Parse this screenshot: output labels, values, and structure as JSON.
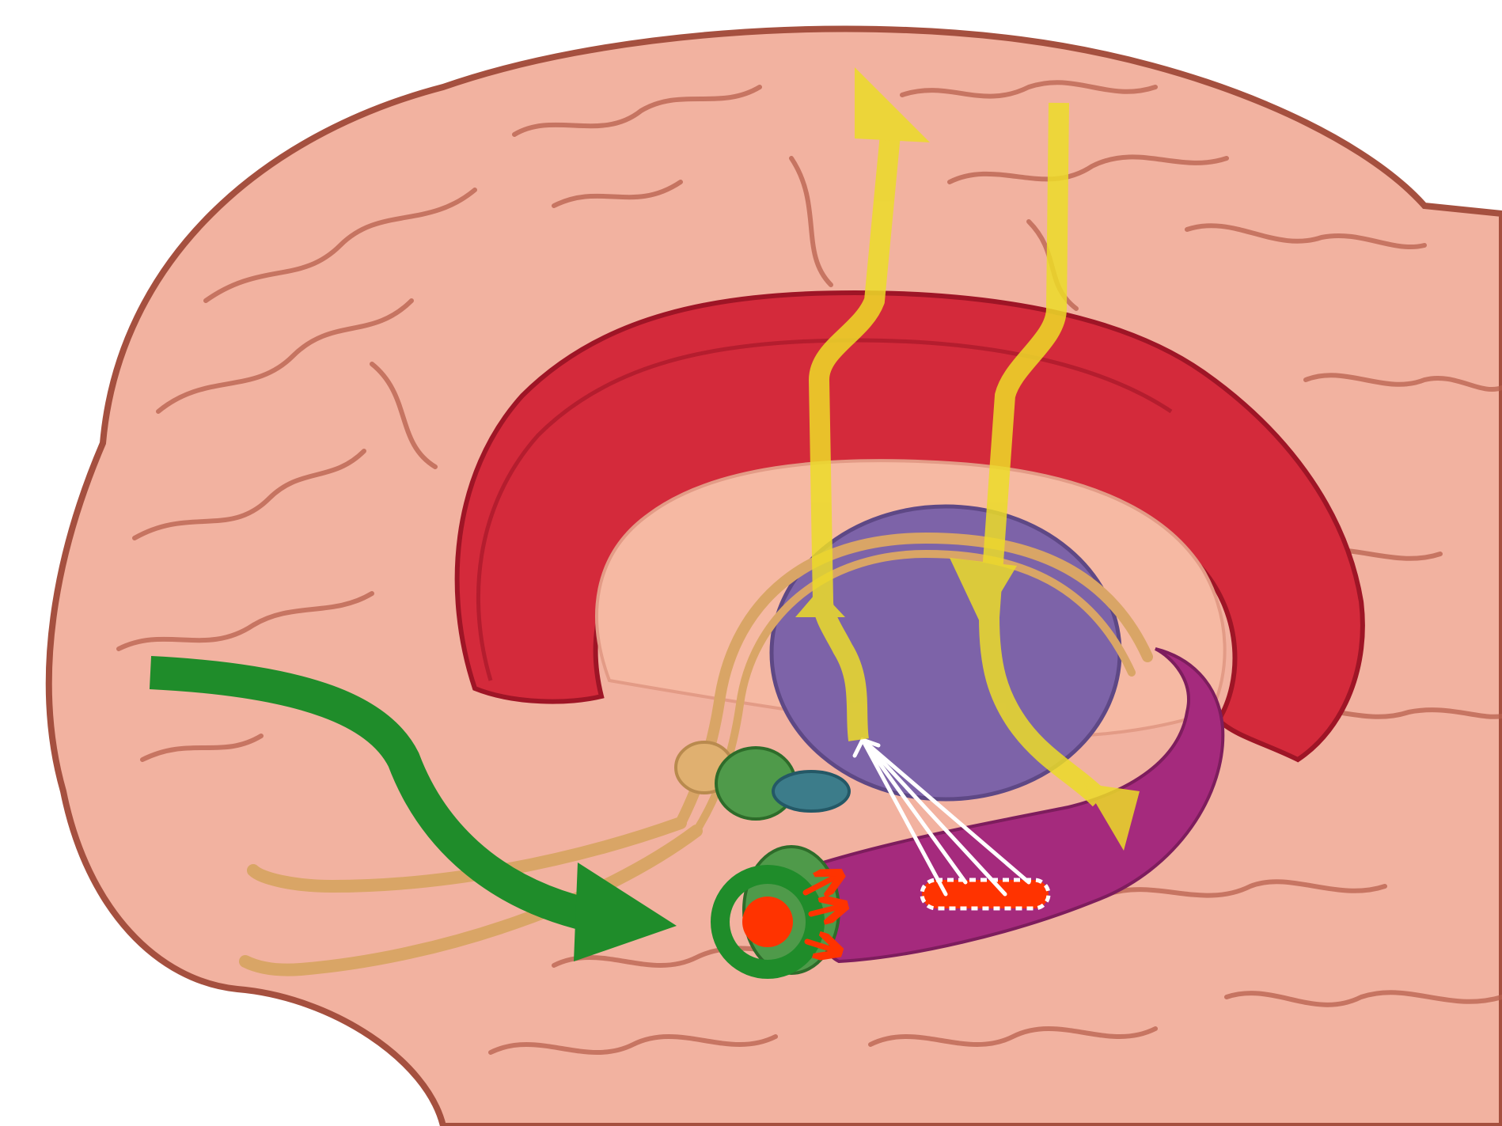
{
  "figure": {
    "subject": "midsagittal-brain-limbic-circuit",
    "colors": {
      "background": "#ffffff",
      "cortex": "#f2b2a0",
      "cortex_shade": "#d98a78",
      "cortex_outline": "#a5503f",
      "cingulate": "#d42a3b",
      "cingulate_dark": "#9e1526",
      "inner_region": "#f6b9a3",
      "thalamus": "#7d63a8",
      "hippocampus": "#a52a7d",
      "fornix": "#d9a566",
      "mammillary": "#e0b070",
      "amygdala": "#4f9a4a",
      "teal_nucleus": "#3c7c8a",
      "green_arrow": "#1f8c2a",
      "yellow_arrow": "#ecdc28",
      "red_marker": "#ff3300",
      "white_lines": "#ffffff"
    },
    "arrows": [
      {
        "name": "green-input-arrow",
        "color": "green_arrow"
      },
      {
        "name": "yellow-ascending-arrow",
        "color": "yellow_arrow"
      },
      {
        "name": "yellow-descending-arrow",
        "color": "yellow_arrow"
      },
      {
        "name": "white-projection-lines",
        "color": "white_lines"
      },
      {
        "name": "red-small-arrows",
        "color": "red_marker"
      }
    ]
  }
}
